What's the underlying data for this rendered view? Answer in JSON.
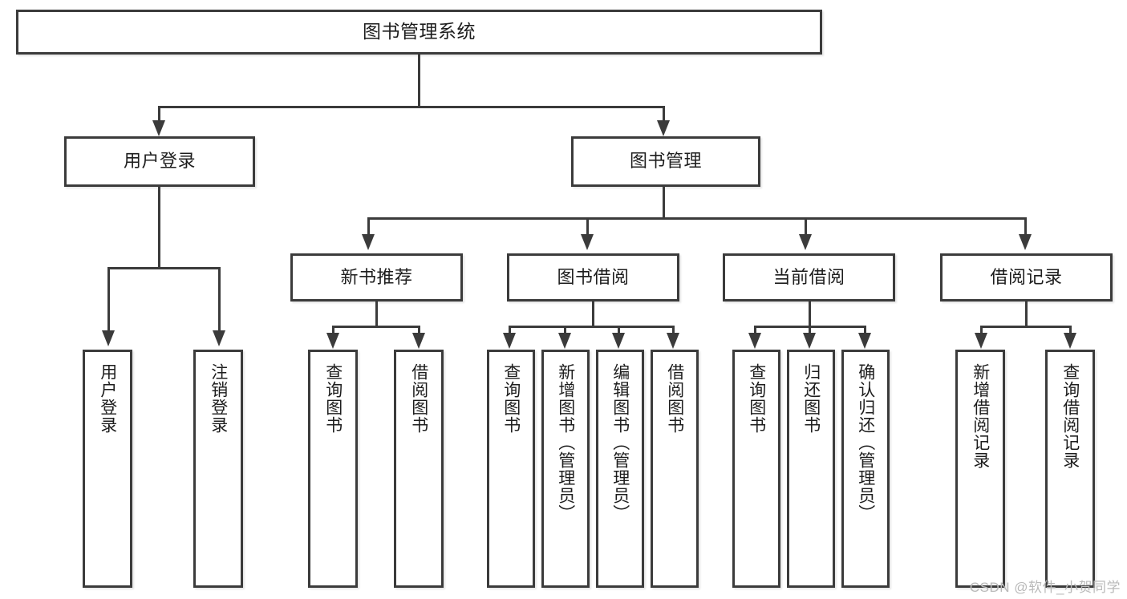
{
  "diagram": {
    "title": "图书管理系统",
    "type": "tree",
    "watermark": "CSDN @软件_小贺同学",
    "colors": {
      "stroke": "#3b3b3b",
      "box_fill": "#ffffff",
      "text": "#1d1d1d",
      "watermark": "#b9b9b9"
    },
    "levels": {
      "root": {
        "label": "图书管理系统"
      },
      "level2": [
        {
          "label": "用户登录"
        },
        {
          "label": "图书管理"
        }
      ],
      "level3": [
        {
          "label": "新书推荐"
        },
        {
          "label": "图书借阅"
        },
        {
          "label": "当前借阅"
        },
        {
          "label": "借阅记录"
        }
      ],
      "leaves": {
        "user_login": [
          {
            "label": "用户登录"
          },
          {
            "label": "注销登录"
          }
        ],
        "new_book_recommend": [
          {
            "label": "查询图书"
          },
          {
            "label": "借阅图书"
          }
        ],
        "book_borrow": [
          {
            "label": "查询图书"
          },
          {
            "label": "新增图书（管理员）"
          },
          {
            "label": "编辑图书（管理员）"
          },
          {
            "label": "借阅图书"
          }
        ],
        "current_borrow": [
          {
            "label": "查询图书"
          },
          {
            "label": "归还图书"
          },
          {
            "label": "确认归还（管理员）"
          }
        ],
        "borrow_record": [
          {
            "label": "新增借阅记录"
          },
          {
            "label": "查询借阅记录"
          }
        ]
      }
    }
  }
}
